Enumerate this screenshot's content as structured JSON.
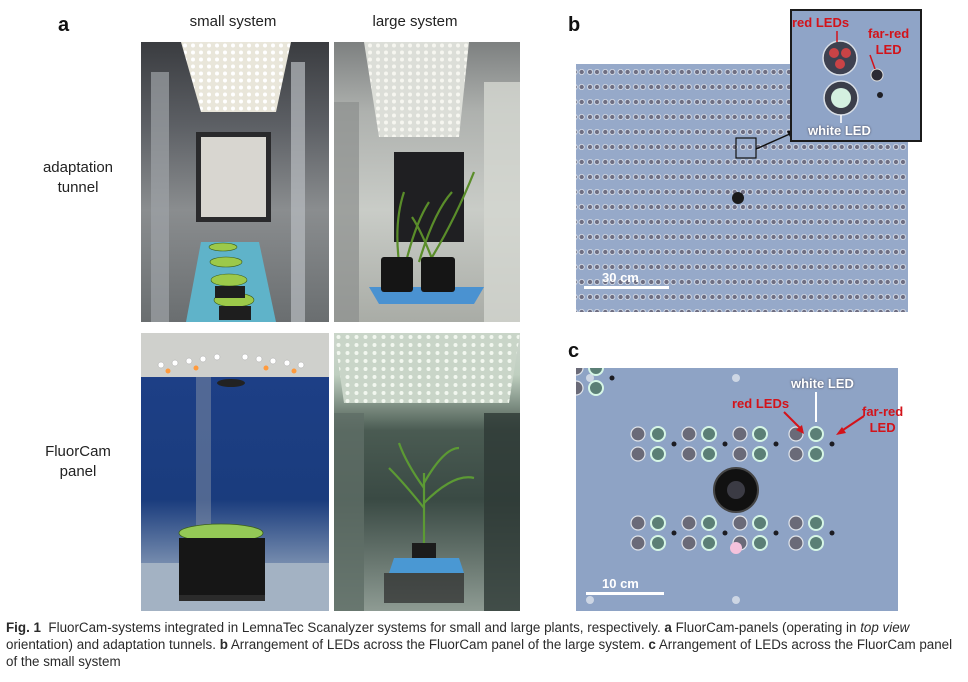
{
  "panels": {
    "a": "a",
    "b": "b",
    "c": "c"
  },
  "columns": {
    "small": "small system",
    "large": "large system"
  },
  "rows": {
    "adaptation_line1": "adaptation",
    "adaptation_line2": "tunnel",
    "fluorcam_line1": "FluorCam",
    "fluorcam_line2": "panel"
  },
  "panel_b": {
    "red_leds": "red LEDs",
    "far_red_line1": "far-red",
    "far_red_line2": "LED",
    "white_led": "white LED",
    "scale": "30 cm"
  },
  "panel_c": {
    "white_led": "white LED",
    "red_leds": "red LEDs",
    "far_red_line1": "far-red",
    "far_red_line2": "LED",
    "scale": "10 cm"
  },
  "caption": {
    "fig_label": "Fig. 1",
    "text1": "FluorCam-systems integrated in LemnaTec Scanalyzer systems for small and large plants, respectively.",
    "a_label": "a",
    "text2": "FluorCam-panels (operating in",
    "a_italic": "top view",
    "text3": "orientation) and adaptation tunnels.",
    "b_label": "b",
    "text4": "Arrangement of LEDs across the FluorCam panel of the large system.",
    "c_label": "c",
    "text5": "Arrangement of LEDs across the FluorCam panel of the small system"
  },
  "colors": {
    "red_label": "#d3131a",
    "panel_blue": "#96a9c9"
  }
}
